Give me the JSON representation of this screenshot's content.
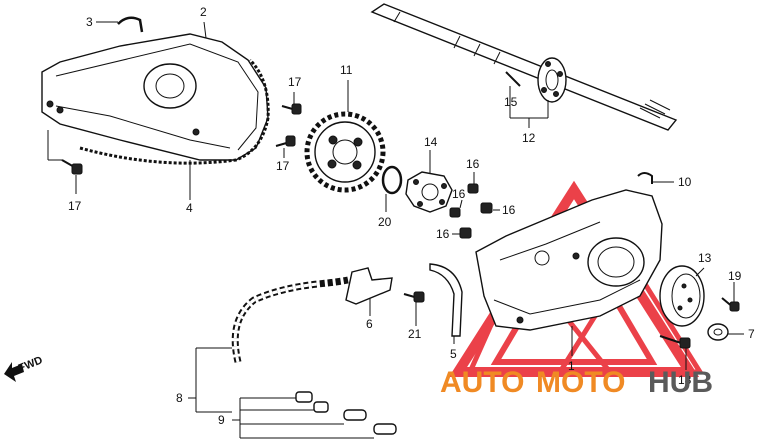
{
  "parts": {
    "p1": "1",
    "p2": "2",
    "p3": "3",
    "p4": "4",
    "p5": "5",
    "p6": "6",
    "p7": "7",
    "p8": "8",
    "p9": "9",
    "p10": "10",
    "p11": "11",
    "p12": "12",
    "p13": "13",
    "p14": "14",
    "p15": "15",
    "p16a": "16",
    "p16b": "16",
    "p16c": "16",
    "p16d": "16",
    "p17a": "17",
    "p17b": "17",
    "p17c": "17",
    "p18": "18",
    "p19": "19",
    "p20": "20",
    "p21": "21"
  },
  "direction": {
    "label": "FWD"
  },
  "watermark": {
    "part1": "AUTO",
    "part2": "MOTO",
    "part3": "HUB"
  },
  "colors": {
    "watermark_red": "#e8202a",
    "watermark_orange": "#f08a24",
    "watermark_gray": "#5a5a5a"
  }
}
